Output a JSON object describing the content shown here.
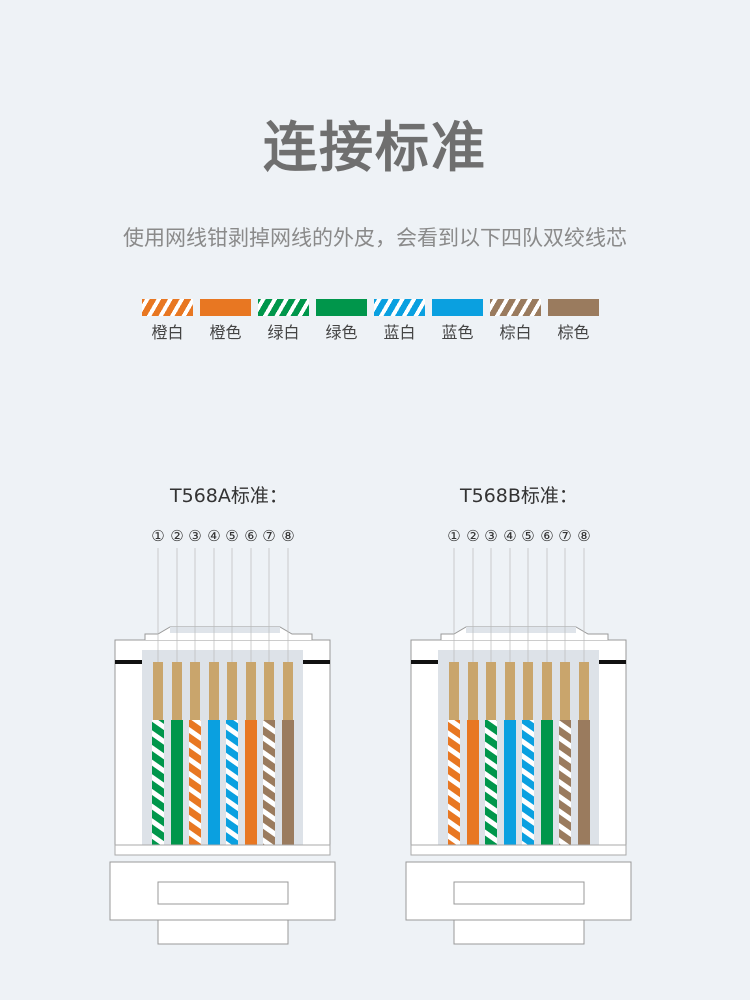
{
  "title": "连接标准",
  "subtitle": "使用网线钳剥掉网线的外皮，会看到以下四队双绞线芯",
  "colors": {
    "orange": "#e87722",
    "green": "#00964b",
    "blue": "#0aa0e0",
    "brown": "#9a7b5e",
    "pin": "#c9a56c"
  },
  "legend": [
    {
      "label": "橙白",
      "color": "orange",
      "striped": true
    },
    {
      "label": "橙色",
      "color": "orange",
      "striped": false
    },
    {
      "label": "绿白",
      "color": "green",
      "striped": true
    },
    {
      "label": "绿色",
      "color": "green",
      "striped": false
    },
    {
      "label": "蓝白",
      "color": "blue",
      "striped": true
    },
    {
      "label": "蓝色",
      "color": "blue",
      "striped": false
    },
    {
      "label": "棕白",
      "color": "brown",
      "striped": true
    },
    {
      "label": "棕色",
      "color": "brown",
      "striped": false
    }
  ],
  "standards": [
    {
      "label": "T568A标准：",
      "wires": [
        "green-white",
        "green",
        "orange-white",
        "blue",
        "blue-white",
        "orange",
        "brown-white",
        "brown"
      ]
    },
    {
      "label": "T568B标准：",
      "wires": [
        "orange-white",
        "orange",
        "green-white",
        "blue",
        "blue-white",
        "green",
        "brown-white",
        "brown"
      ]
    }
  ],
  "pin_numbers": [
    "①",
    "②",
    "③",
    "④",
    "⑤",
    "⑥",
    "⑦",
    "⑧"
  ]
}
